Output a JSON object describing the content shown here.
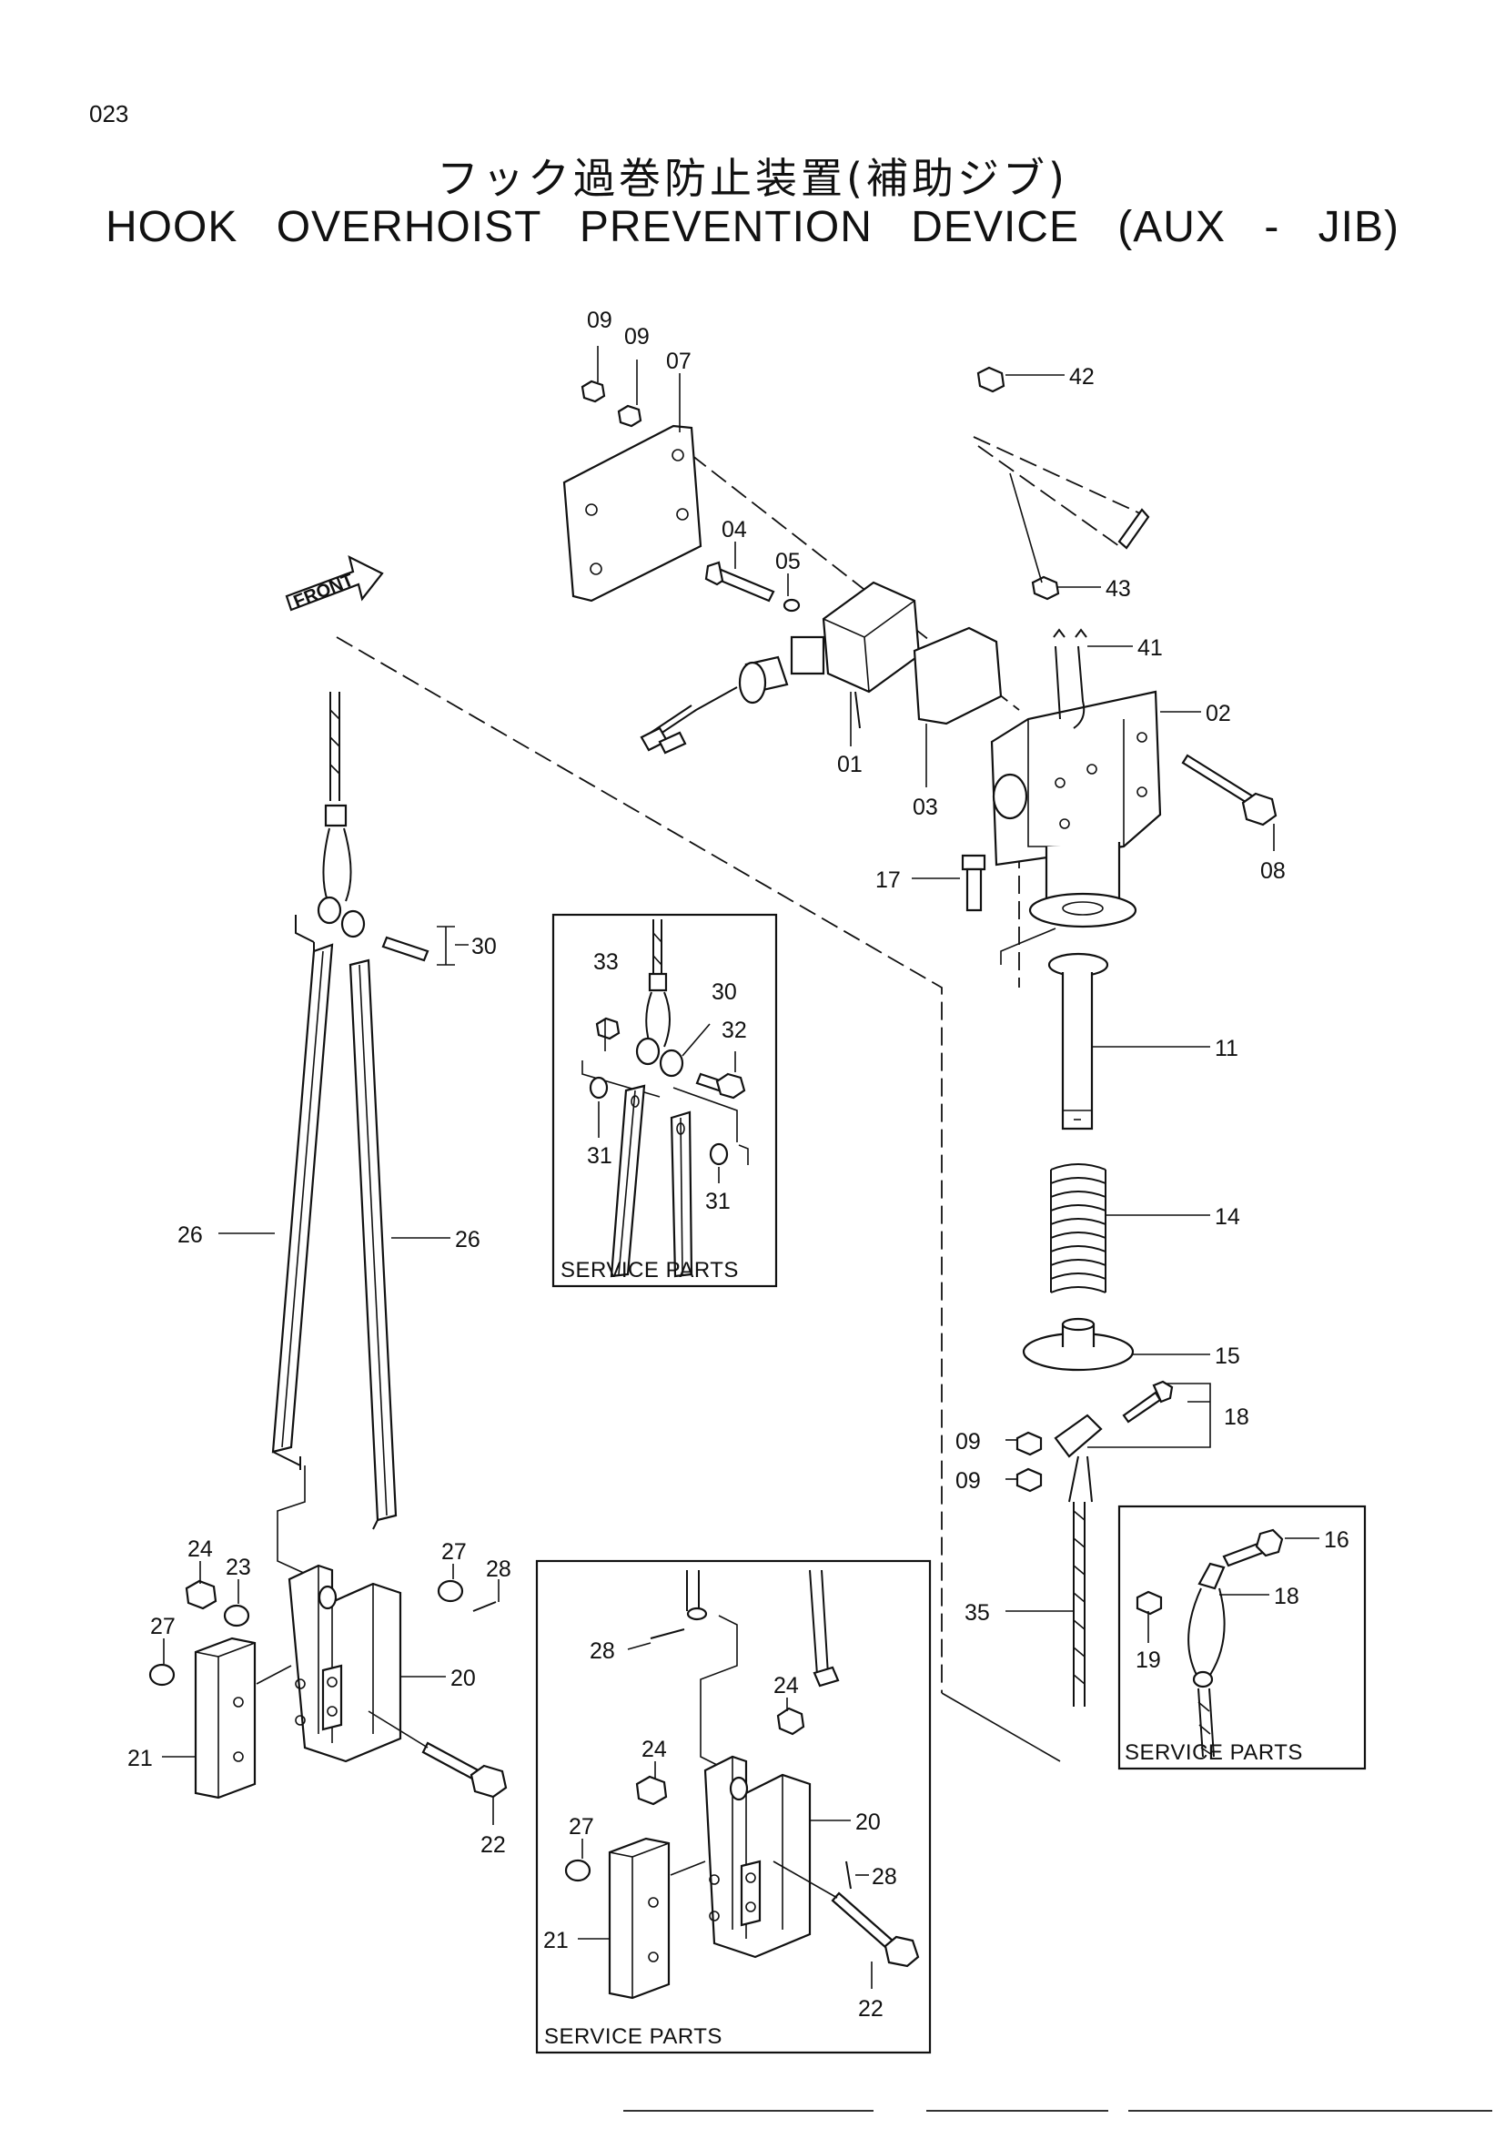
{
  "page_number": "023",
  "title_ja": "フック過巻防止装置(補助ジブ)",
  "title_en": "HOOK   OVERHOIST   PREVENTION   DEVICE (AUX - JIB)",
  "front_label": "FRONT",
  "service_parts_label": "SERVICE  PARTS",
  "labels": {
    "p09a": "09",
    "p09b": "09",
    "p07": "07",
    "p42": "42",
    "p04": "04",
    "p05": "05",
    "p43": "43",
    "p41": "41",
    "p02": "02",
    "p01": "01",
    "p03": "03",
    "p08": "08",
    "p17": "17",
    "p30": "30",
    "p11": "11",
    "p14": "14",
    "p15": "15",
    "p18": "18",
    "p09c": "09",
    "p09d": "09",
    "p16": "16",
    "p35": "35",
    "p19": "19",
    "p18b": "18",
    "p26a": "26",
    "p26b": "26",
    "p24": "24",
    "p23": "23",
    "p27a": "27",
    "p27b": "27",
    "p28": "28",
    "p20": "20",
    "p21": "21",
    "p22": "22",
    "s33": "33",
    "s30": "30",
    "s32": "32",
    "s31a": "31",
    "s31b": "31",
    "b28a": "28",
    "b24a": "24",
    "b24b": "24",
    "b27": "27",
    "b20": "20",
    "b28b": "28",
    "b21": "21",
    "b22": "22"
  }
}
